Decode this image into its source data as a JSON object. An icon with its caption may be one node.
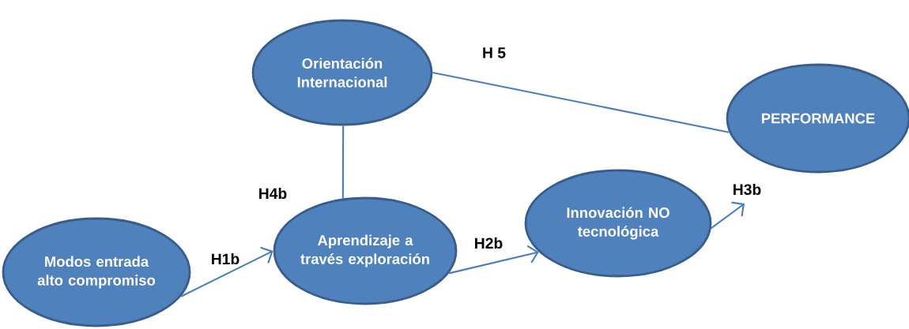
{
  "diagram": {
    "nodes": [
      {
        "text": [
          "Orientación Internacional"
        ]
      },
      {
        "text": [
          "PERFORMANCE"
        ]
      },
      {
        "text": [
          "Modos entrada alto compromiso"
        ]
      },
      {
        "text": [
          "Aprendizaje a través exploración"
        ]
      },
      {
        "text": [
          "Innovación NO tecnológica"
        ]
      }
    ],
    "edges": [
      {
        "from": 0,
        "to": 1,
        "arrow": "none",
        "label": "H 5"
      },
      {
        "from": 3,
        "to": 0,
        "arrow": "none",
        "label": "H4b"
      },
      {
        "from": 2,
        "to": 3,
        "arrow": "to",
        "label": "H1b"
      },
      {
        "from": 3,
        "to": 4,
        "arrow": "to",
        "label": "H2b"
      },
      {
        "from": 4,
        "to": null,
        "arrow": "to",
        "label": "H3b"
      }
    ]
  }
}
